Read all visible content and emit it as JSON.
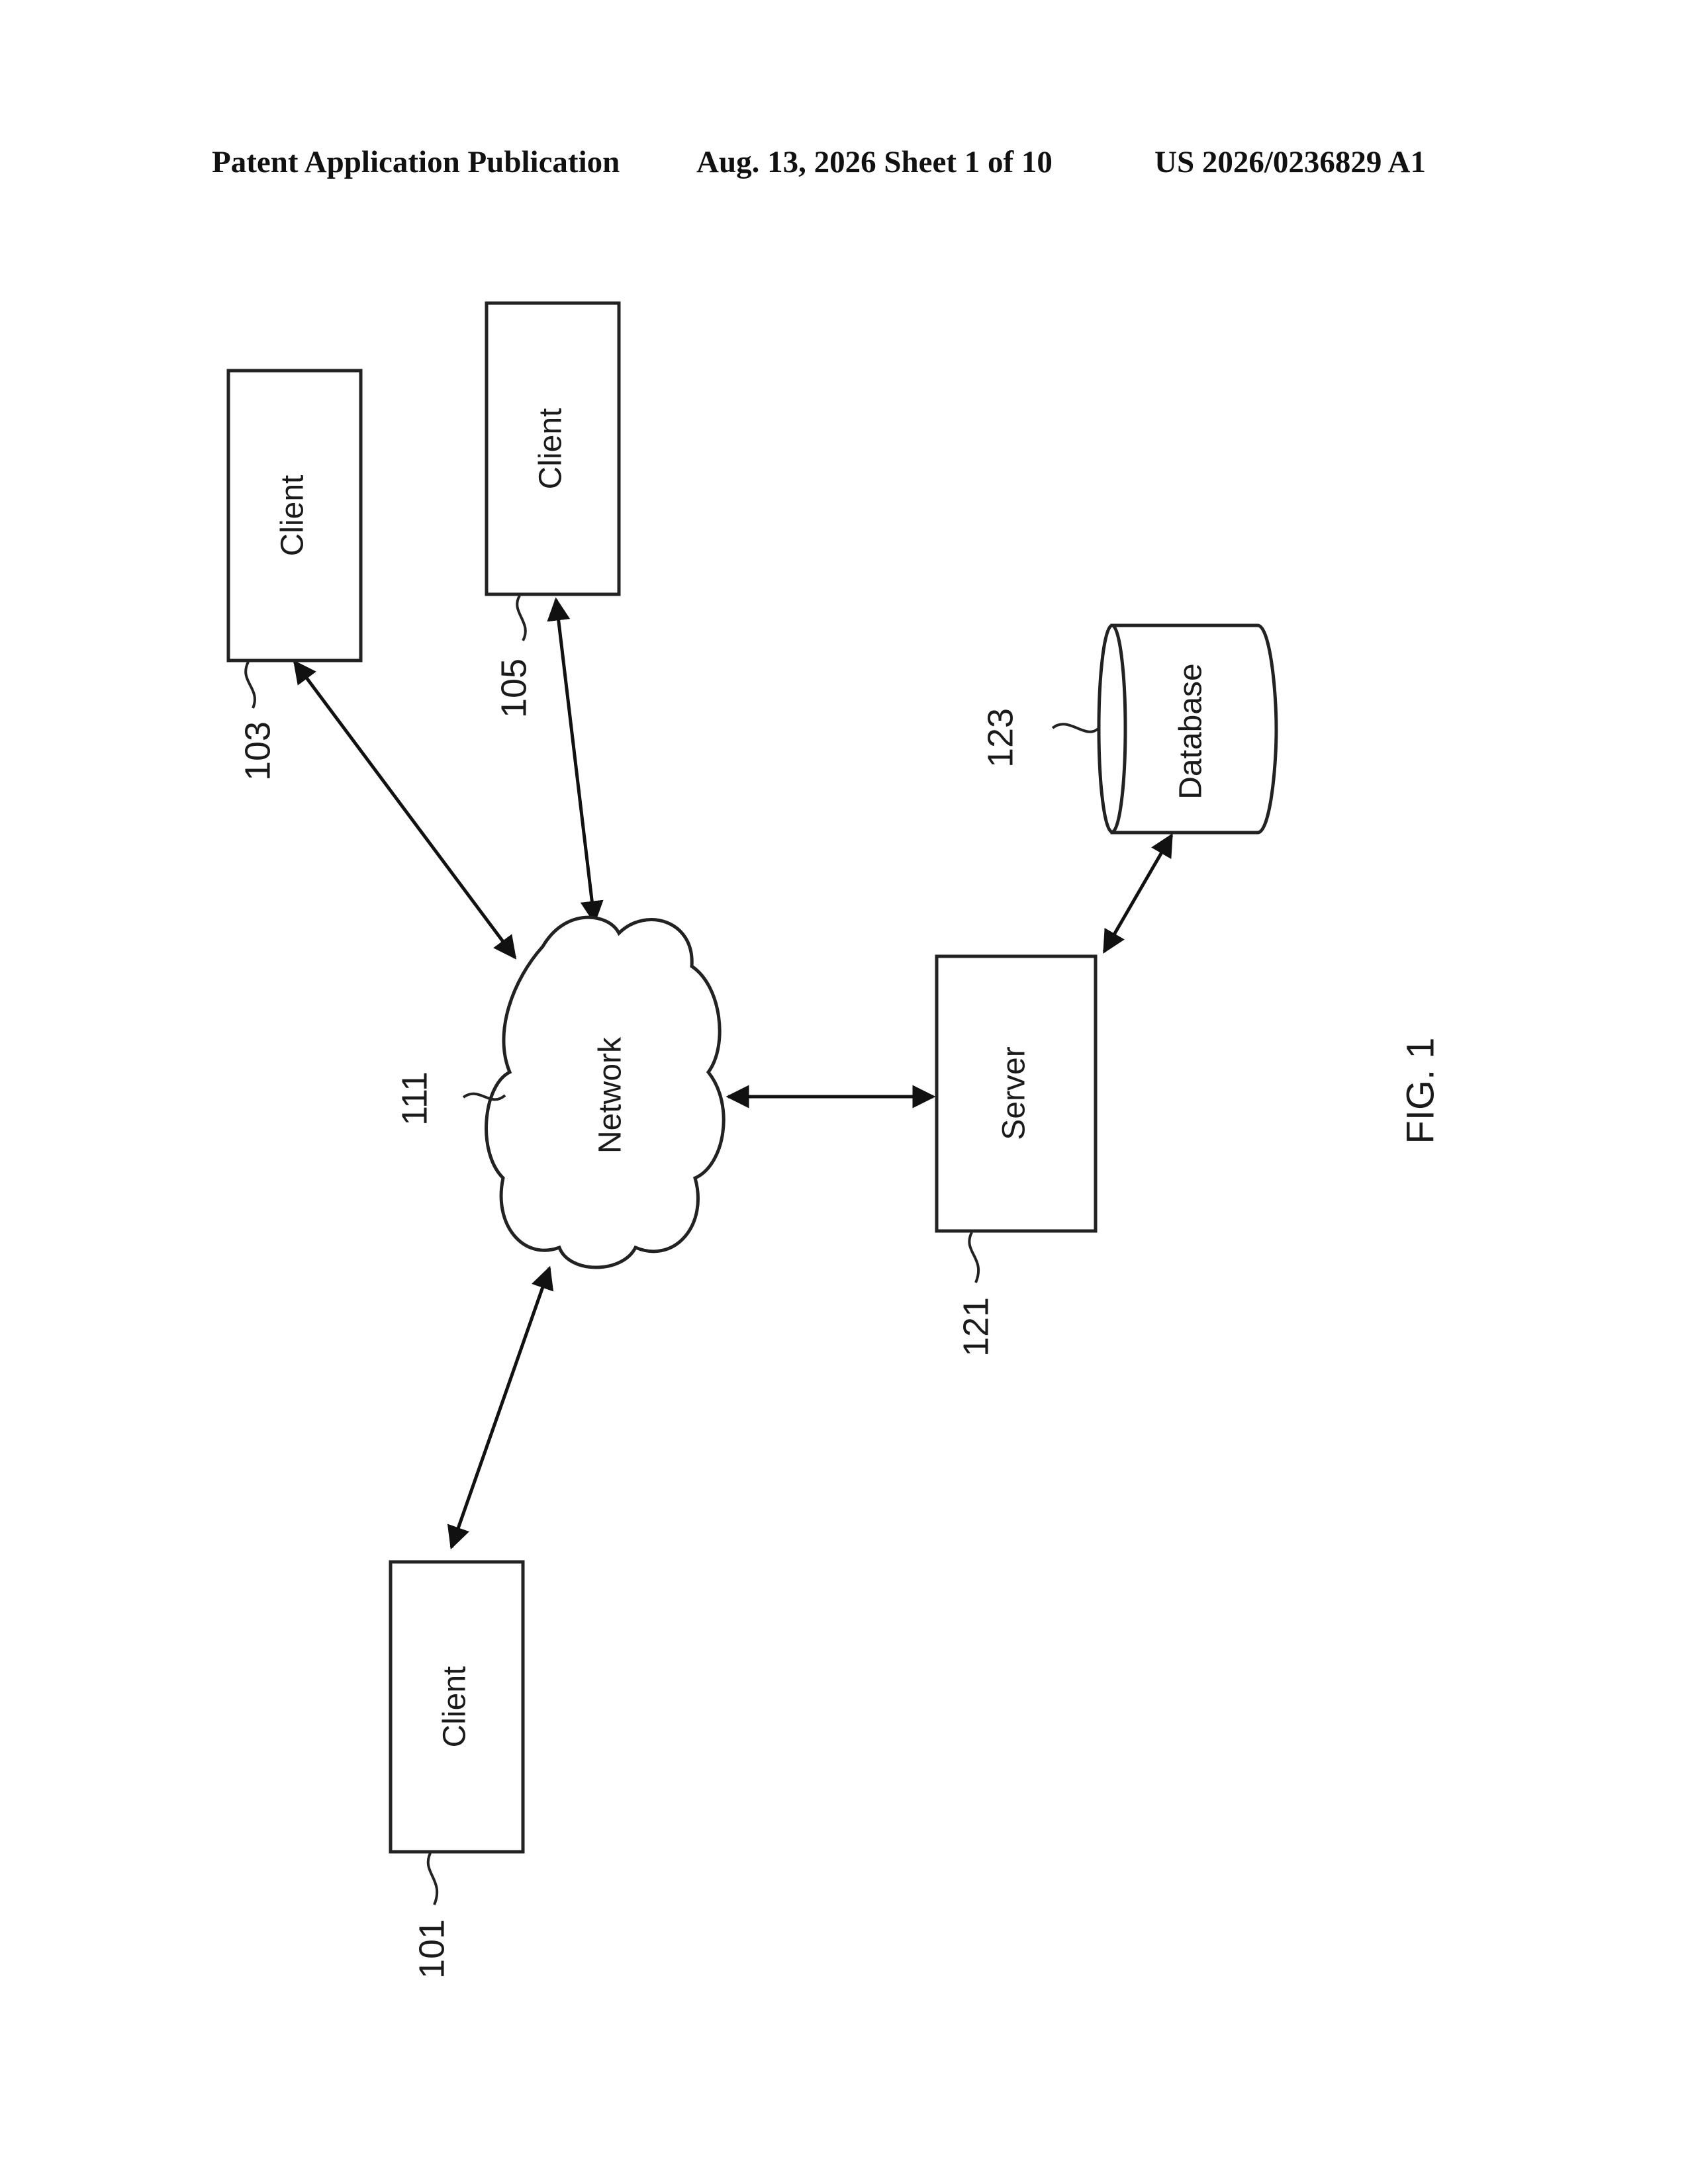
{
  "header": {
    "publication_type": "Patent Application Publication",
    "date_sheet": "Aug. 13, 2026  Sheet 1 of 10",
    "publication_number": "US 2026/0236829 A1"
  },
  "diagram": {
    "nodes": {
      "client_101": {
        "label": "Client",
        "ref": "101"
      },
      "client_103": {
        "label": "Client",
        "ref": "103"
      },
      "client_105": {
        "label": "Client",
        "ref": "105"
      },
      "network_111": {
        "label": "Network",
        "ref": "111"
      },
      "server_121": {
        "label": "Server",
        "ref": "121"
      },
      "database_123": {
        "label": "Database",
        "ref": "123"
      }
    },
    "figure_label": "FIG. 1"
  },
  "colors": {
    "ink": "#111111",
    "paper": "#ffffff"
  }
}
